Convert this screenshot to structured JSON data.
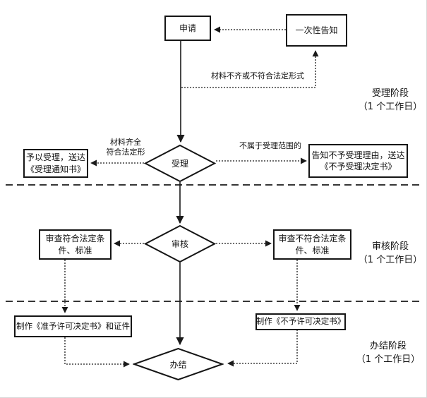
{
  "diagram": {
    "nodes": {
      "apply": {
        "label": "申请"
      },
      "notify": {
        "label": "一次性告知"
      },
      "accept": {
        "label": "受理"
      },
      "accept_yes": {
        "label": "予以受理，送达《受理通知书》"
      },
      "accept_no": {
        "label": "告知不予受理理由，送达《不予受理决定书》"
      },
      "review": {
        "label": "审核"
      },
      "review_pass": {
        "label": "审查符合法定条件、标准"
      },
      "review_fail": {
        "label": "审查不符合法定条件、标准"
      },
      "make_permit": {
        "label": "制作《准予许可决定书》和证件"
      },
      "make_denial": {
        "label": "制作《不予许可决定书》"
      },
      "done": {
        "label": "办结"
      }
    },
    "edge_labels": {
      "incomplete": "材料不齐或不符合法定形式",
      "complete_line1": "材料齐全",
      "complete_line2": "符合法定形",
      "out_of_scope": "不属于受理范围的"
    },
    "stages": [
      {
        "name": "受理阶段",
        "duration": "（1 个工作日）"
      },
      {
        "name": "审核阶段",
        "duration": "（1 个工作日）"
      },
      {
        "name": "办结阶段",
        "duration": "（1 个工作日）"
      }
    ],
    "colors": {
      "line": "#1a1a1a",
      "background": "#ffffff",
      "text": "#111111"
    }
  }
}
